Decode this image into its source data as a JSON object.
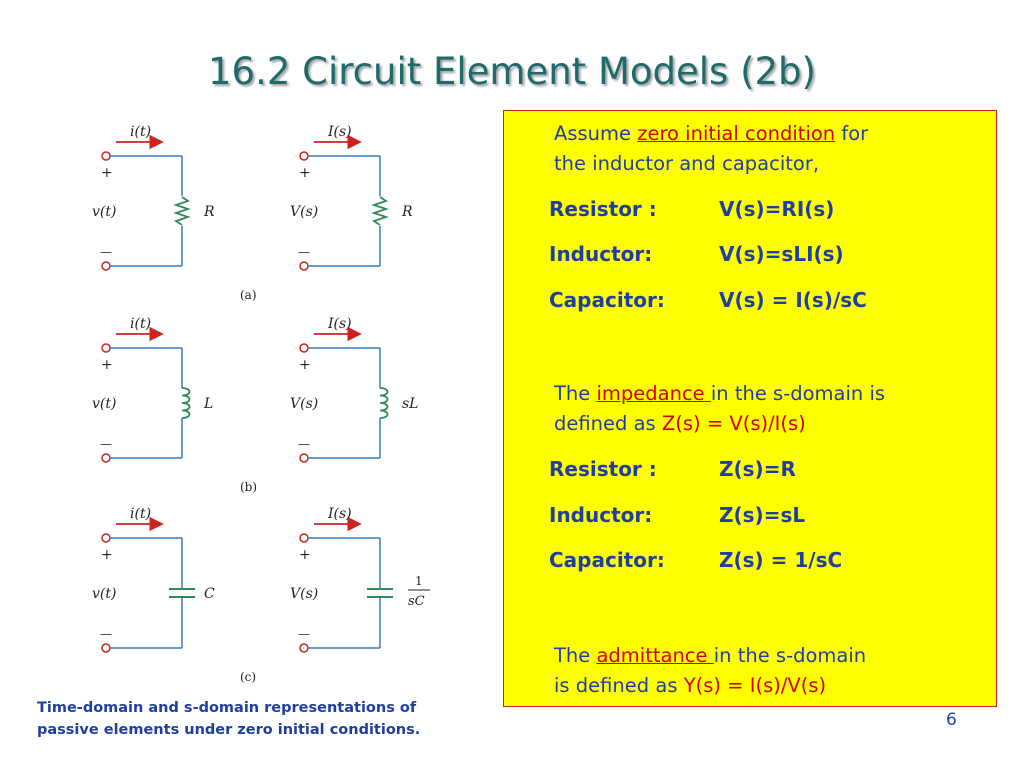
{
  "title": "16.2 Circuit Element Models (2b)",
  "caption": {
    "line1": "Time-domain and s-domain representations of",
    "line2": "passive elements under zero initial conditions."
  },
  "circuits": {
    "time_current": "i(t)",
    "s_current": "I(s)",
    "time_voltage": "v(t)",
    "s_voltage": "V(s)",
    "plus": "+",
    "minus": "—",
    "panel_a": "(a)",
    "panel_b": "(b)",
    "panel_c": "(c)",
    "R": "R",
    "L": "L",
    "sL": "sL",
    "C": "C",
    "frac_num": "1",
    "frac_den": "sC"
  },
  "box": {
    "intro": {
      "pre": "Assume ",
      "highlight": "zero initial condition",
      "post": " for",
      "line2": "the inductor and capacitor,"
    },
    "voltage_eqs": [
      {
        "label": "Resistor :",
        "expr": "V(s)=RI(s)"
      },
      {
        "label": "Inductor:",
        "expr": "V(s)=sLI(s)"
      },
      {
        "label": "Capacitor:",
        "expr": "V(s) = I(s)/sC"
      }
    ],
    "impedance": {
      "pre": "The ",
      "highlight": "impedance ",
      "post": "in the s-domain is",
      "line2_pre": "defined as ",
      "line2_expr": "Z(s) = V(s)/I(s)"
    },
    "impedance_eqs": [
      {
        "label": "Resistor :",
        "expr": "Z(s)=R"
      },
      {
        "label": "Inductor:",
        "expr": "Z(s)=sL"
      },
      {
        "label": "Capacitor:",
        "expr": "Z(s) = 1/sC"
      }
    ],
    "admittance": {
      "pre": "The ",
      "highlight": "admittance ",
      "post": "in the s-domain",
      "line2_pre": "is defined as ",
      "line2_expr": "Y(s) = I(s)/V(s)"
    }
  },
  "page_number": "6"
}
